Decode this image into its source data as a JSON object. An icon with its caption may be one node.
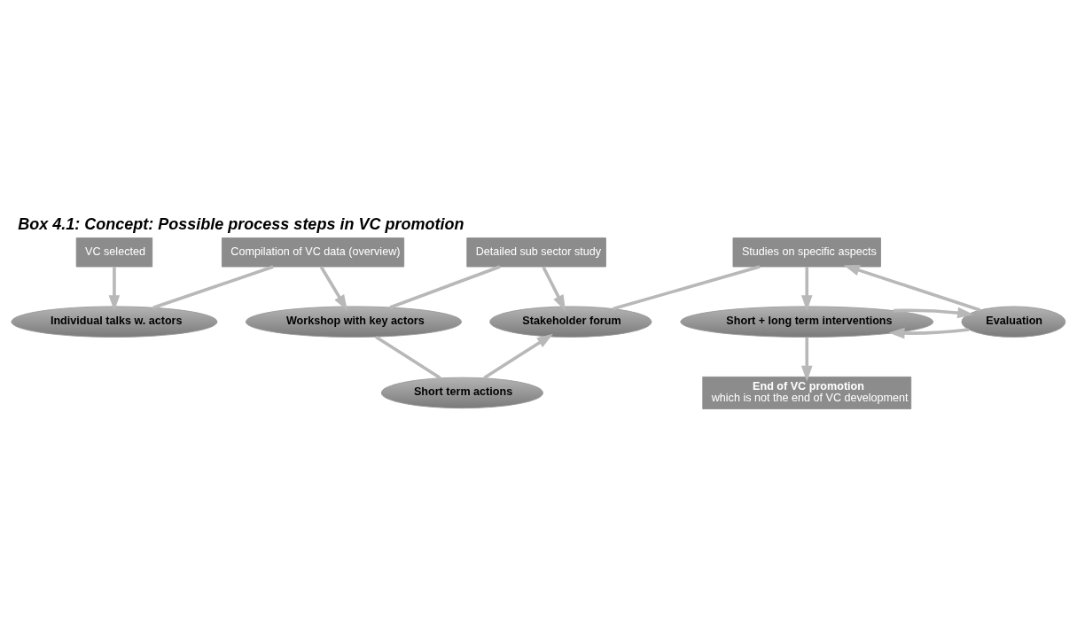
{
  "diagram": {
    "title": "Box 4.1: Concept: Possible process steps in VC promotion",
    "nodes": [
      {
        "text": [
          "VC selected"
        ]
      },
      {
        "text": [
          "Compilation of VC data (overview)"
        ]
      },
      {
        "text": [
          "Detailed sub sector study"
        ]
      },
      {
        "text": [
          "Studies on specific aspects"
        ]
      },
      {
        "text": [
          "Individual talks w. actors"
        ]
      },
      {
        "text": [
          "Workshop with key actors"
        ]
      },
      {
        "text": [
          "Stakeholder forum"
        ]
      },
      {
        "text": [
          "Short + long term interventions"
        ]
      },
      {
        "text": [
          "Evaluation"
        ]
      },
      {
        "text": [
          "Short term actions"
        ]
      },
      {
        "text": [
          "End of VC promotion",
          "which is not the end of VC development"
        ]
      }
    ],
    "edges": [
      {
        "from": 0,
        "to": 4,
        "arrow": "to"
      },
      {
        "from": 4,
        "to": 1,
        "arrow": "none"
      },
      {
        "from": 1,
        "to": 5,
        "arrow": "to"
      },
      {
        "from": 5,
        "to": 2,
        "arrow": "none"
      },
      {
        "from": 2,
        "to": 6,
        "arrow": "to"
      },
      {
        "from": 6,
        "to": 3,
        "arrow": "none"
      },
      {
        "from": 3,
        "to": 7,
        "arrow": "to"
      },
      {
        "from": 5,
        "to": 9,
        "arrow": "none"
      },
      {
        "from": 9,
        "to": 6,
        "arrow": "to"
      },
      {
        "from": 8,
        "to": 3,
        "arrow": "to"
      },
      {
        "from": 8,
        "to": 7,
        "arrow": "to"
      },
      {
        "from": 7,
        "to": 8,
        "arrow": "to"
      },
      {
        "from": 7,
        "to": 10,
        "arrow": "to"
      }
    ]
  }
}
